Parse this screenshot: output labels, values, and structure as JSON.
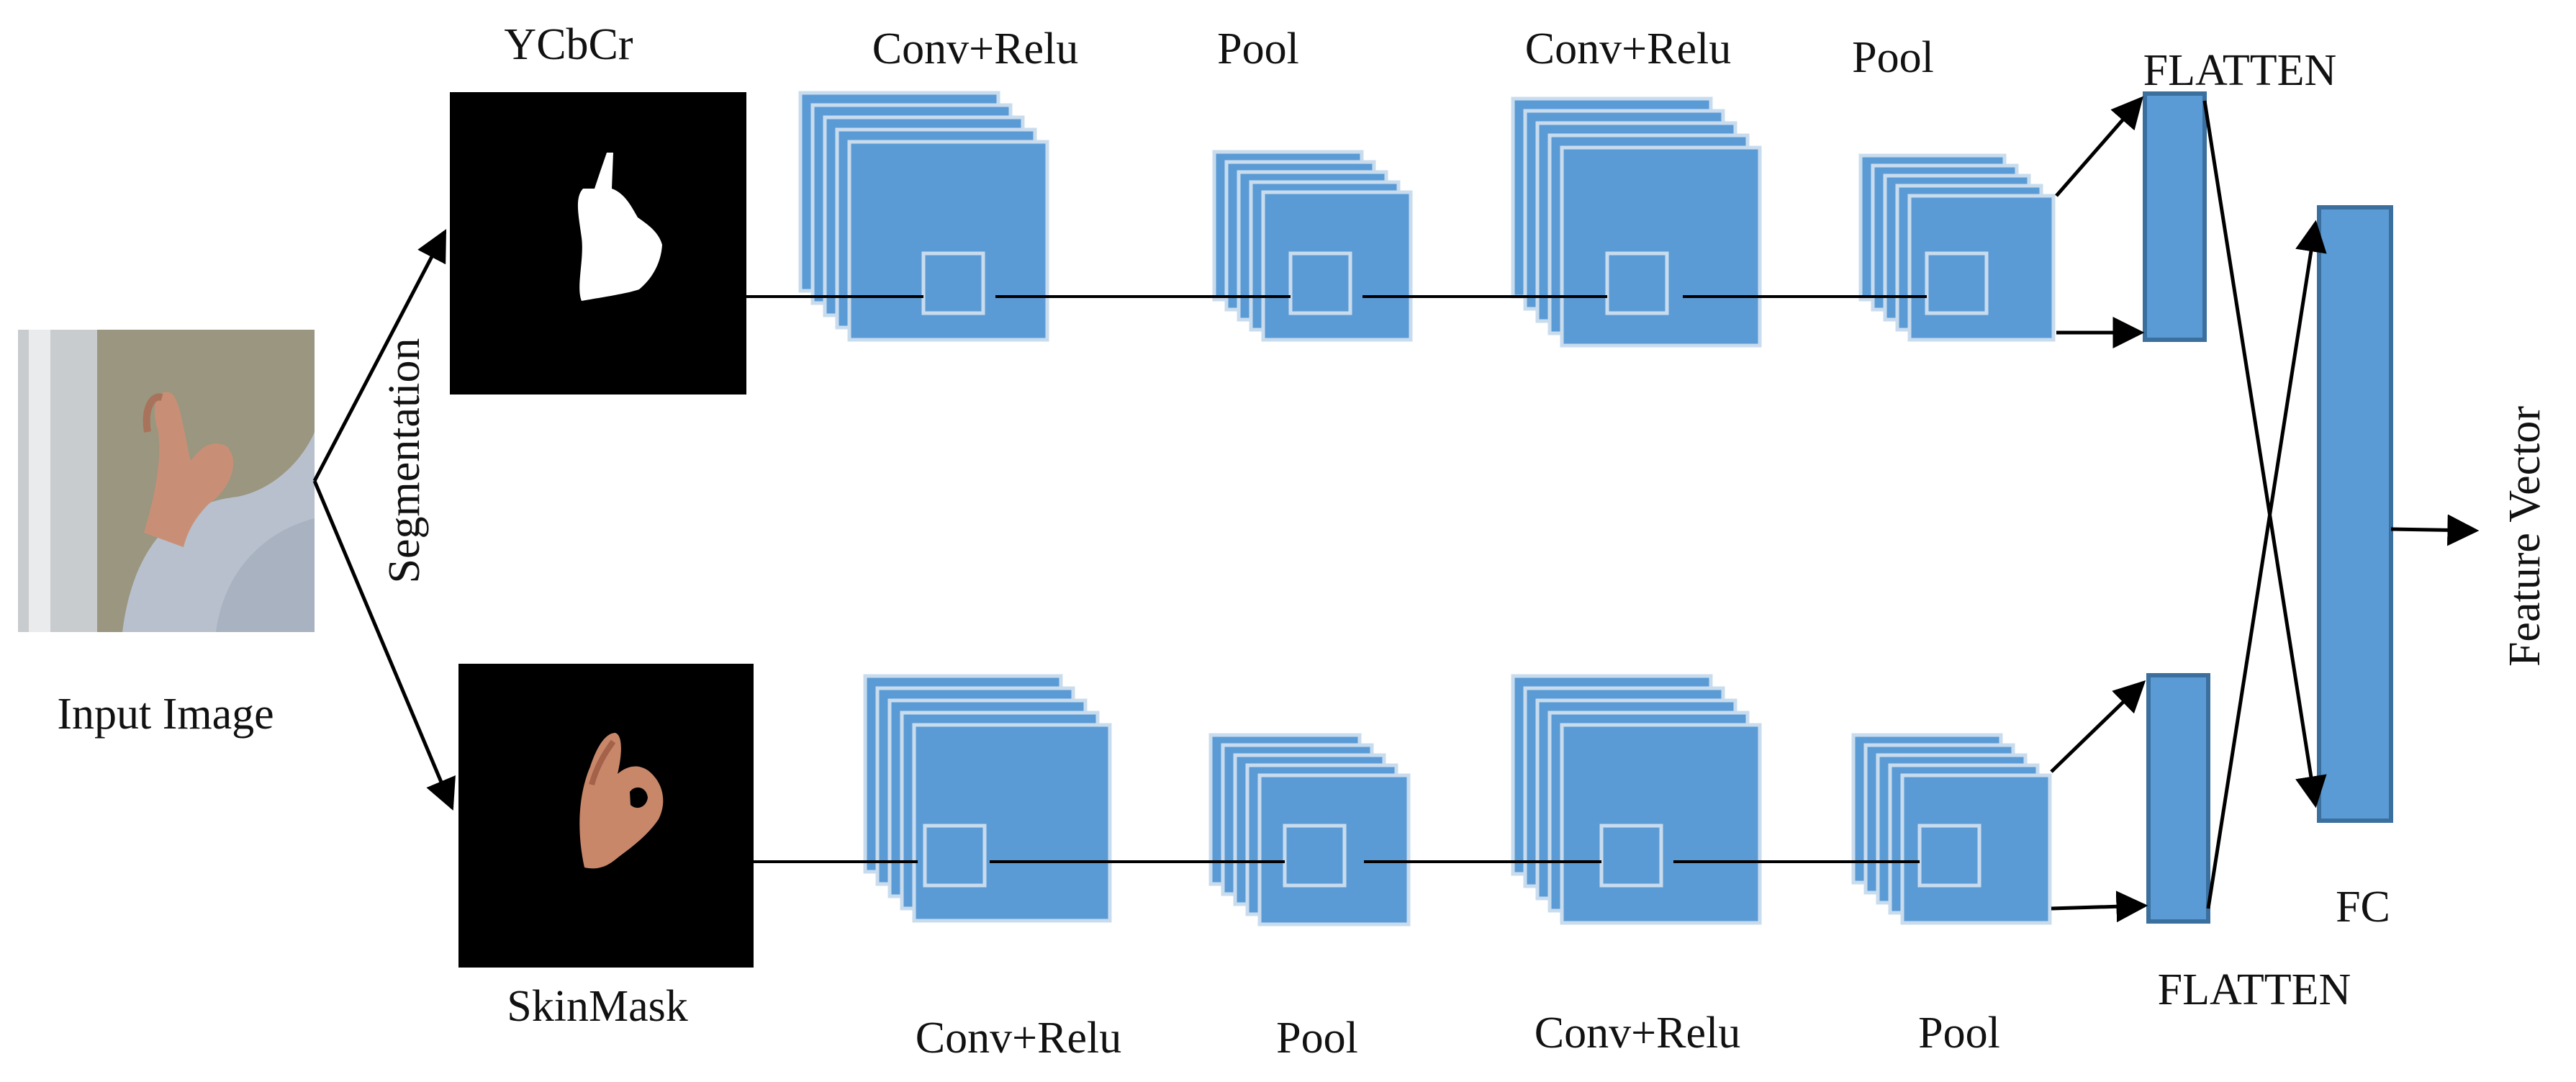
{
  "labels": {
    "input": "Input Image",
    "segmentation": "Segmentation",
    "ycbcr": "YCbCr",
    "skinmask": "SkinMask",
    "top_conv1": "Conv+Relu",
    "top_pool1": "Pool",
    "top_conv2": "Conv+Relu",
    "top_pool2": "Pool",
    "top_flatten": "FLATTEN",
    "bot_conv1": "Conv+Relu",
    "bot_pool1": "Pool",
    "bot_conv2": "Conv+Relu",
    "bot_pool2": "Pool",
    "bot_flatten": "FLATTEN",
    "fc": "FC",
    "feature_vector": "Feature Vector"
  },
  "colors": {
    "block_fill": "#5b9bd5",
    "block_edge": "#c9dcee",
    "fc_edge": "#3a6f9e",
    "line": "#000000",
    "mask_bg": "#000000"
  }
}
